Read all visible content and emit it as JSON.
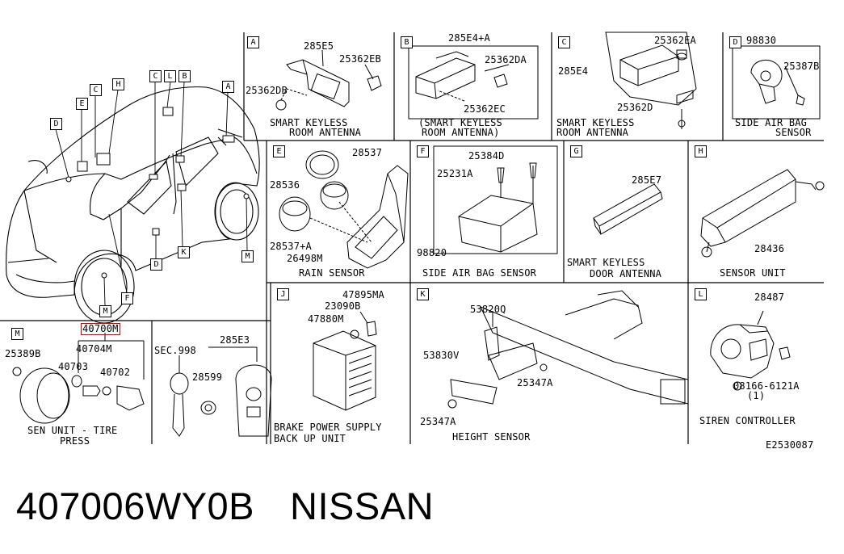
{
  "figure_id": "E2530087",
  "footer": {
    "part_number": "407006WY0B",
    "brand": "NISSAN"
  },
  "car_callouts": [
    "C",
    "L",
    "B",
    "A",
    "H",
    "C",
    "E",
    "D",
    "F",
    "K",
    "D",
    "M",
    "M"
  ],
  "sections": {
    "A": {
      "letter": "A",
      "parts": [
        "285E5",
        "25362EB",
        "25362DB"
      ],
      "caption_1": "SMART KEYLESS",
      "caption_2": "ROOM ANTENNA"
    },
    "B": {
      "letter": "B",
      "parts": [
        "285E4+A",
        "25362DA",
        "25362EC"
      ],
      "caption_1": "(SMART KEYLESS",
      "caption_2": "ROOM ANTENNA)"
    },
    "C": {
      "letter": "C",
      "parts": [
        "25362EA",
        "285E4",
        "25362D"
      ],
      "caption_1": "SMART KEYLESS",
      "caption_2": "ROOM ANTENNA"
    },
    "D": {
      "letter": "D",
      "parts": [
        "98830",
        "25387B"
      ],
      "caption_1": "SIDE AIR BAG",
      "caption_2": "SENSOR"
    },
    "E": {
      "letter": "E",
      "parts": [
        "28537",
        "28536",
        "28537+A",
        "26498M"
      ],
      "caption_1": "RAIN SENSOR"
    },
    "F": {
      "letter": "F",
      "parts": [
        "25384D",
        "25231A",
        "98820"
      ],
      "caption_1": "SIDE AIR BAG SENSOR"
    },
    "G": {
      "letter": "G",
      "parts": [
        "285E7"
      ],
      "caption_1": "SMART KEYLESS",
      "caption_2": "DOOR ANTENNA"
    },
    "H": {
      "letter": "H",
      "parts": [
        "28436"
      ],
      "caption_1": "SENSOR UNIT"
    },
    "J": {
      "letter": "J",
      "parts": [
        "47895MA",
        "23090B",
        "47880M"
      ],
      "caption_1": "BRAKE POWER SUPPLY",
      "caption_2": "BACK UP UNIT"
    },
    "K": {
      "letter": "K",
      "parts": [
        "53820Q",
        "53830V",
        "25347A",
        "25347A"
      ],
      "caption_1": "HEIGHT SENSOR"
    },
    "L": {
      "letter": "L",
      "parts": [
        "28487",
        "08166-6121A",
        "(1)"
      ],
      "caption_1": "SIREN CONTROLLER"
    },
    "M": {
      "letter": "M",
      "parts": [
        "40700M",
        "40704M",
        "25389B",
        "40703",
        "40702"
      ],
      "caption_1": "SEN UNIT - TIRE",
      "caption_2": "PRESS"
    },
    "SEC": {
      "parts": [
        "SEC.998",
        "285E3",
        "28599"
      ]
    }
  }
}
